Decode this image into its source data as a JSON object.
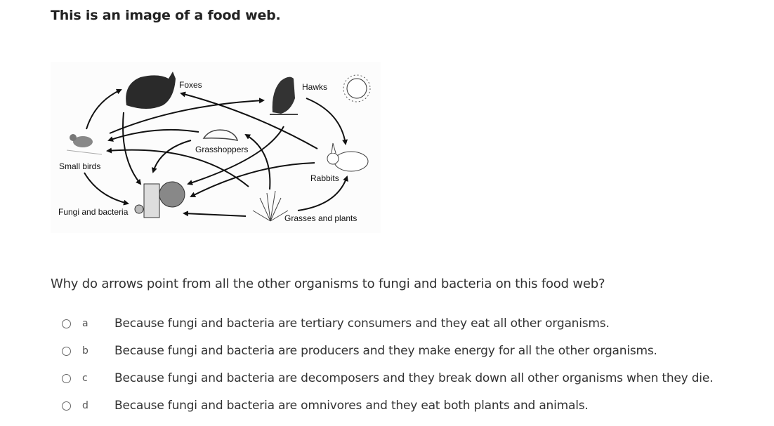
{
  "title": "This is an image of a food web.",
  "diagram": {
    "labels": {
      "foxes": "Foxes",
      "hawks": "Hawks",
      "grasshoppers": "Grasshoppers",
      "small_birds": "Small birds",
      "rabbits": "Rabbits",
      "fungi": "Fungi and bacteria",
      "grasses": "Grasses and plants"
    }
  },
  "question": "Why do arrows point from all the other organisms to fungi and bacteria on this food web?",
  "options": [
    {
      "letter": "a",
      "text": "Because fungi and bacteria are tertiary consumers and they eat all other organisms."
    },
    {
      "letter": "b",
      "text": "Because fungi and bacteria are producers and they make energy for all the other organisms."
    },
    {
      "letter": "c",
      "text": "Because fungi and bacteria are decomposers and they break down all other organisms when they die."
    },
    {
      "letter": "d",
      "text": "Because fungi and bacteria are omnivores and they eat both plants and animals."
    }
  ]
}
